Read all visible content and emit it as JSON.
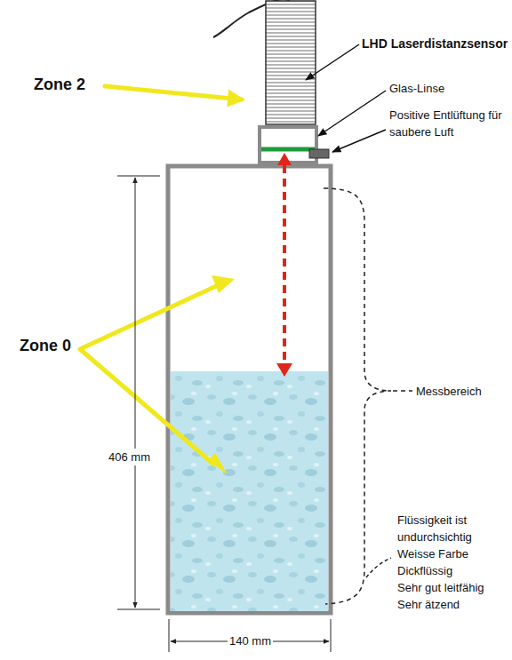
{
  "diagram": {
    "labels": [
      "Zone 2",
      "LHD Laserdistanzsensor",
      "Glas-Linse",
      "Positive Entlüftung für saubere Luft",
      "Zone 0",
      "Messbereich",
      "406 mm",
      "140 mm",
      "Flüssigkeit ist undurchsichtig",
      "Weisse Farbe",
      "Dickflüssig",
      "Sehr gut leitfähig",
      "Sehr ätzend"
    ]
  }
}
